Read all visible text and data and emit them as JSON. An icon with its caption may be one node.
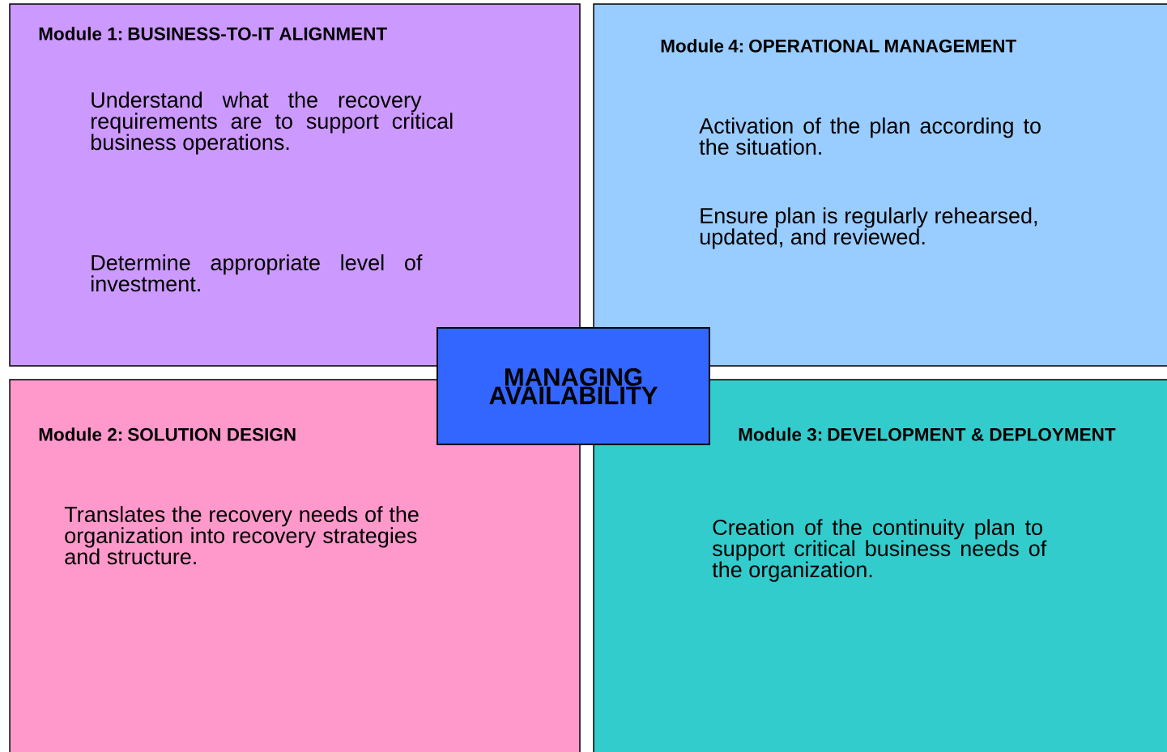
{
  "diagram": {
    "nodes": [
      {
        "text": [
          "Module 1:  BUSINESS-TO-IT ALIGNMENT",
          "Understand what the recovery requirements are to support critical business operations.",
          "Determine appropriate level of investment."
        ]
      },
      {
        "text": [
          "Module 4:  OPERATIONAL MANAGEMENT",
          "Activation of the plan according to the situation.",
          "Ensure plan is regularly rehearsed, updated, and reviewed."
        ]
      },
      {
        "text": [
          "MANAGING AVAILABILITY"
        ]
      },
      {
        "text": [
          "Module 2:  SOLUTION DESIGN",
          "Translates the recovery needs of the organization into recovery strategies and structure."
        ]
      },
      {
        "text": [
          "Module 3:  DEVELOPMENT & DEPLOYMENT",
          "Creation of the continuity plan to support critical business needs of the organization."
        ]
      }
    ]
  }
}
